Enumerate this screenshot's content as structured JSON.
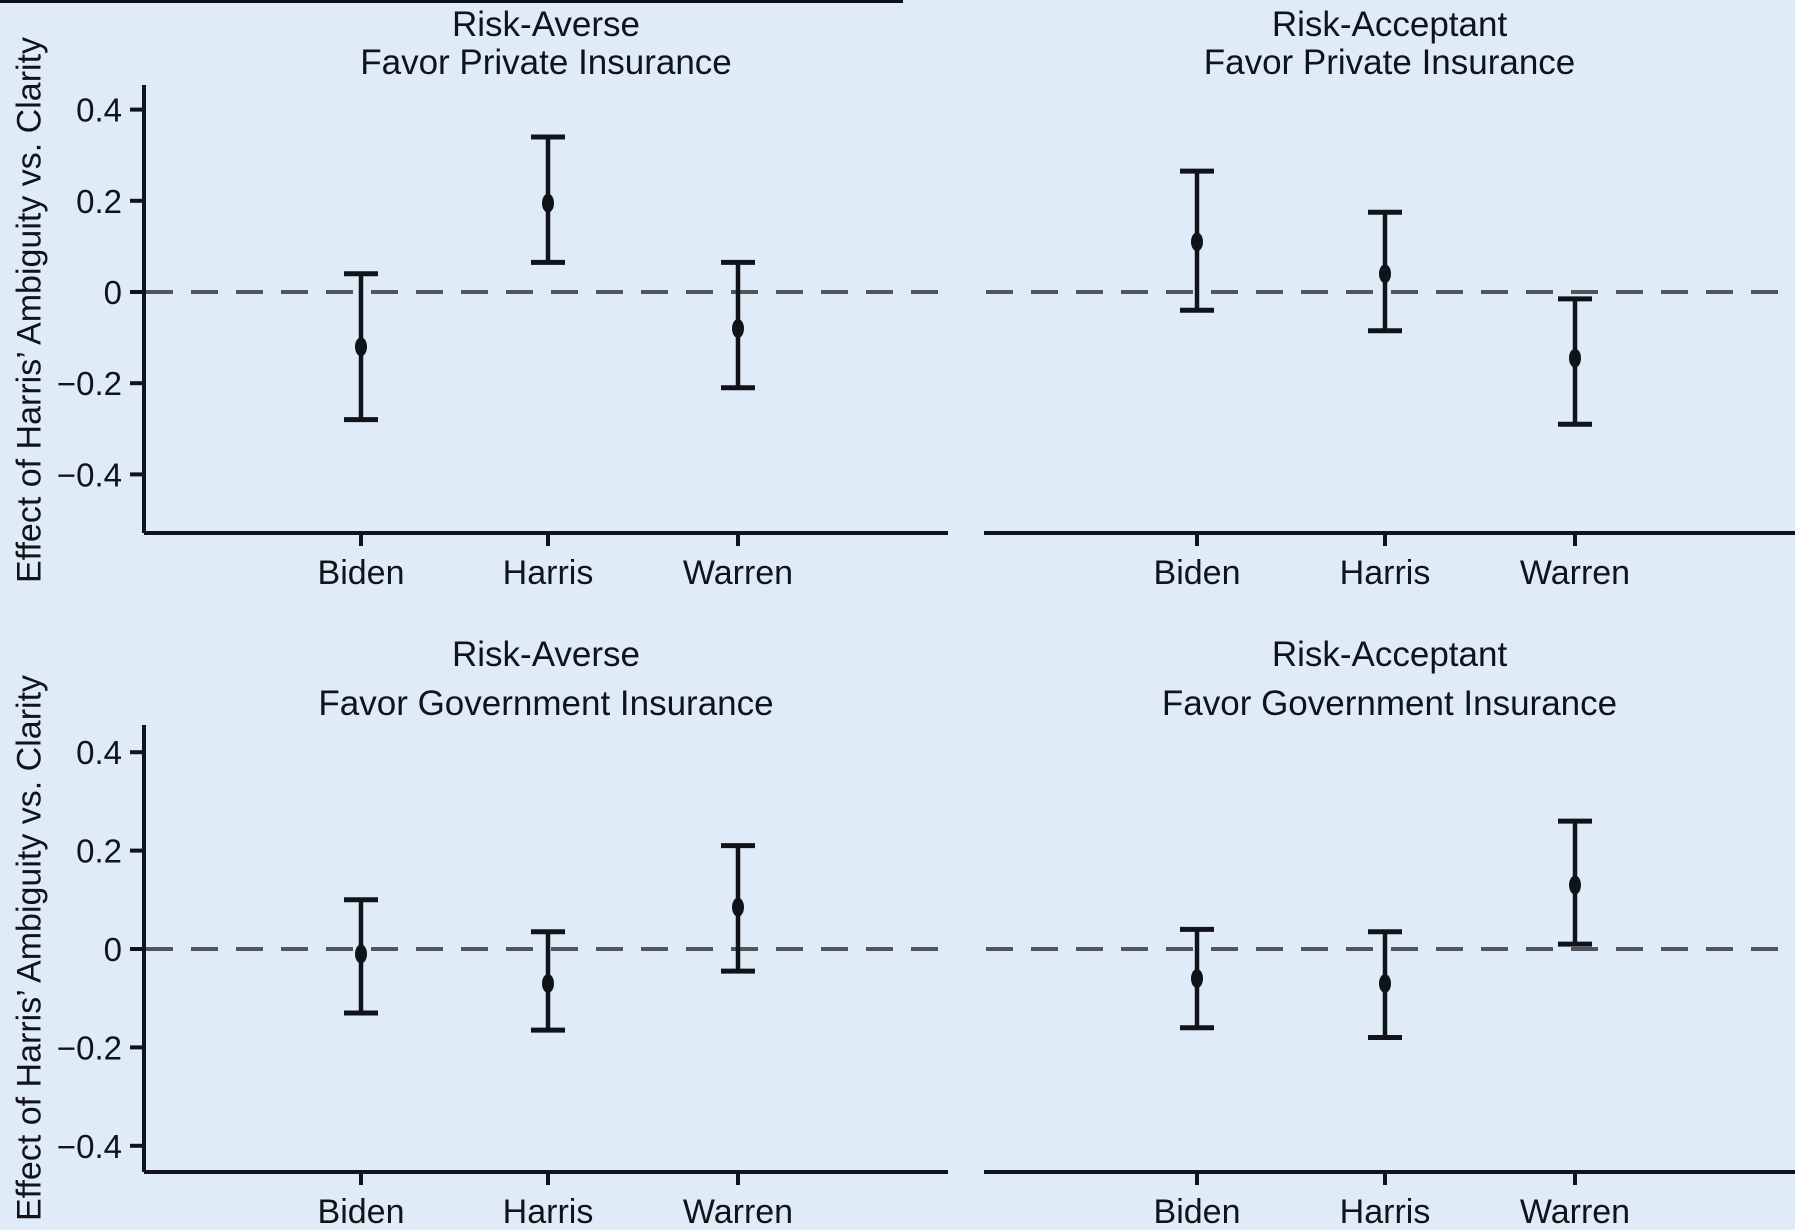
{
  "figure": {
    "y_axis": {
      "label": "Effect of Harris’ Ambiguity vs. Clarity",
      "tick_labels": [
        "0.4",
        "0.2",
        "0",
        "−0.2",
        "−0.4"
      ],
      "tick_values": [
        0.4,
        0.2,
        0,
        -0.2,
        -0.4
      ]
    },
    "categories": [
      "Biden",
      "Harris",
      "Warren"
    ],
    "colors": {
      "background": "#dfecf8",
      "ink": "#10141a",
      "reference_line": "#50565c",
      "top_artifact_line": "#0d1117"
    }
  },
  "chart_data": [
    {
      "type": "scatter",
      "subtype": "coefficient-plot-with-error-bars",
      "title_lines": [
        "Risk-Averse",
        "Favor Private Insurance"
      ],
      "categories": [
        "Biden",
        "Harris",
        "Warren"
      ],
      "series": [
        {
          "category": "Biden",
          "estimate": -0.12,
          "ci_low": -0.28,
          "ci_high": 0.04
        },
        {
          "category": "Harris",
          "estimate": 0.195,
          "ci_low": 0.065,
          "ci_high": 0.34
        },
        {
          "category": "Warren",
          "estimate": -0.08,
          "ci_low": -0.21,
          "ci_high": 0.065
        }
      ],
      "ylabel": "Effect of Harris’ Ambiguity vs. Clarity",
      "ylim": [
        -0.52,
        0.46
      ],
      "reference_line": 0,
      "grid": false,
      "legend": false
    },
    {
      "type": "scatter",
      "subtype": "coefficient-plot-with-error-bars",
      "title_lines": [
        "Risk-Acceptant",
        "Favor Private Insurance"
      ],
      "categories": [
        "Biden",
        "Harris",
        "Warren"
      ],
      "series": [
        {
          "category": "Biden",
          "estimate": 0.11,
          "ci_low": -0.04,
          "ci_high": 0.265
        },
        {
          "category": "Harris",
          "estimate": 0.04,
          "ci_low": -0.085,
          "ci_high": 0.175
        },
        {
          "category": "Warren",
          "estimate": -0.145,
          "ci_low": -0.29,
          "ci_high": -0.015
        }
      ],
      "ylabel": "Effect of Harris’ Ambiguity vs. Clarity",
      "ylim": [
        -0.52,
        0.46
      ],
      "reference_line": 0,
      "grid": false,
      "legend": false
    },
    {
      "type": "scatter",
      "subtype": "coefficient-plot-with-error-bars",
      "title_lines": [
        "Risk-Averse",
        "Favor Government Insurance"
      ],
      "categories": [
        "Biden",
        "Harris",
        "Warren"
      ],
      "series": [
        {
          "category": "Biden",
          "estimate": -0.01,
          "ci_low": -0.13,
          "ci_high": 0.1
        },
        {
          "category": "Harris",
          "estimate": -0.07,
          "ci_low": -0.165,
          "ci_high": 0.035
        },
        {
          "category": "Warren",
          "estimate": 0.085,
          "ci_low": -0.045,
          "ci_high": 0.21
        }
      ],
      "ylabel": "Effect of Harris’ Ambiguity vs. Clarity",
      "ylim": [
        -0.45,
        0.46
      ],
      "reference_line": 0,
      "grid": false,
      "legend": false
    },
    {
      "type": "scatter",
      "subtype": "coefficient-plot-with-error-bars",
      "title_lines": [
        "Risk-Acceptant",
        "Favor Government Insurance"
      ],
      "categories": [
        "Biden",
        "Harris",
        "Warren"
      ],
      "series": [
        {
          "category": "Biden",
          "estimate": -0.06,
          "ci_low": -0.16,
          "ci_high": 0.04
        },
        {
          "category": "Harris",
          "estimate": -0.07,
          "ci_low": -0.18,
          "ci_high": 0.035
        },
        {
          "category": "Warren",
          "estimate": 0.13,
          "ci_low": 0.01,
          "ci_high": 0.26
        }
      ],
      "ylabel": "Effect of Harris’ Ambiguity vs. Clarity",
      "ylim": [
        -0.45,
        0.46
      ],
      "reference_line": 0,
      "grid": false,
      "legend": false
    }
  ]
}
